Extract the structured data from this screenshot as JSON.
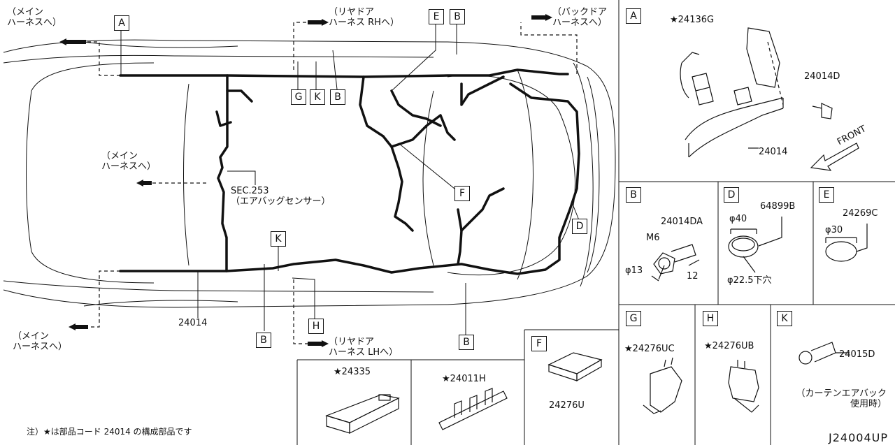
{
  "diagram_code": "J24004UP",
  "note": "注）★は部品コード 24014 の構成部品です",
  "main_part": "24014",
  "callouts": {
    "main_harness": "（メイン\nハーネスへ）",
    "rear_door_rh": "（リヤドア\nハーネス RHへ）",
    "back_door": "（バックドア\nハーネスへ）",
    "main_harness_mid": "（メイン\nハーネスへ）",
    "main_harness_bottom": "（メイン\nハーネスへ）",
    "rear_door_lh": "（リヤドア\nハーネス LHへ）",
    "sensor_ref": "SEC.253\n（エアバッグセンサー）"
  },
  "main_labels": {
    "A": "A",
    "B": "B",
    "D": "D",
    "E": "E",
    "F": "F",
    "G": "G",
    "H": "H",
    "K": "K"
  },
  "details": {
    "A": {
      "letter": "A",
      "p1": "★24136G",
      "p2": "24014D",
      "p3": "24014",
      "front": "FRONT"
    },
    "B": {
      "letter": "B",
      "part": "24014DA",
      "m6": "M6",
      "d13": "φ13",
      "len": "12"
    },
    "D": {
      "letter": "D",
      "part": "64899B",
      "d40": "φ40",
      "hole": "φ22.5下穴"
    },
    "E": {
      "letter": "E",
      "part": "24269C",
      "d30": "φ30"
    },
    "F": {
      "letter": "F",
      "part": "24276U"
    },
    "G": {
      "letter": "G",
      "part": "★24276UC"
    },
    "H": {
      "letter": "H",
      "part": "★24276UB"
    },
    "K": {
      "letter": "K",
      "part": "24015D",
      "note": "（カーテンエアバック\n使用時）"
    },
    "extra1": {
      "part": "★24335"
    },
    "extra2": {
      "part": "★24011H"
    }
  }
}
